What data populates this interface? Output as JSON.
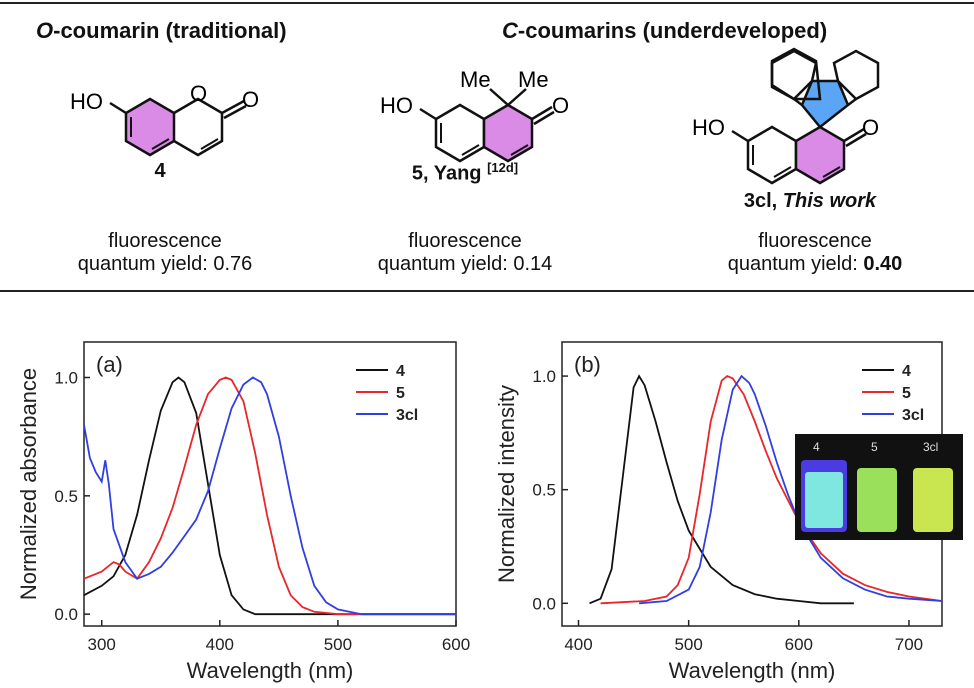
{
  "top": {
    "header_o_italic": "O",
    "header_o_rest": "-coumarin (traditional)",
    "header_c_italic": "C",
    "header_c_rest": "-coumarins (underdeveloped)",
    "compounds": [
      {
        "id": "4",
        "label_bold": "4",
        "label_sup": "",
        "label_italic": "",
        "fluor": "fluorescence",
        "qy_prefix": "quantum yield: ",
        "qy": "0.76",
        "qy_bold": false
      },
      {
        "id": "5",
        "label_bold": "5, Yang ",
        "label_sup": "[12d]",
        "label_italic": "",
        "fluor": "fluorescence",
        "qy_prefix": "quantum yield: ",
        "qy": "0.14",
        "qy_bold": false
      },
      {
        "id": "3cl",
        "label_bold": "3cl, ",
        "label_sup": "",
        "label_italic": "This work",
        "fluor": "fluorescence",
        "qy_prefix": "quantum yield: ",
        "qy": "0.40",
        "qy_bold": true
      }
    ],
    "atoms": {
      "ho": "HO",
      "o": "O",
      "me": "Me"
    }
  },
  "colors": {
    "ring": "#d98be6",
    "five_ring": "#5aa5f5",
    "black": "#111111",
    "red": "#e8262b",
    "blue": "#2f3fe0"
  },
  "chart_data": [
    {
      "type": "line",
      "panel": "(a)",
      "xlabel": "Wavelength (nm)",
      "ylabel": "Normalized absorbance",
      "xlim": [
        285,
        600
      ],
      "ylim": [
        -0.05,
        1.15
      ],
      "xticks": [
        300,
        400,
        500,
        600
      ],
      "yticks": [
        0.0,
        0.5,
        1.0
      ],
      "ytick_labels": [
        "0.0",
        "0.5",
        "1.0"
      ],
      "legend_position": "top-right",
      "series": [
        {
          "name": "4",
          "color": "#111111",
          "x": [
            285,
            300,
            310,
            320,
            330,
            340,
            350,
            360,
            365,
            370,
            380,
            390,
            400,
            410,
            420,
            430,
            440,
            450,
            500,
            600
          ],
          "y": [
            0.08,
            0.12,
            0.16,
            0.25,
            0.42,
            0.65,
            0.86,
            0.98,
            1.0,
            0.98,
            0.85,
            0.55,
            0.25,
            0.08,
            0.02,
            0.0,
            0.0,
            0.0,
            0.0,
            0.0
          ]
        },
        {
          "name": "5",
          "color": "#e8262b",
          "x": [
            285,
            300,
            310,
            315,
            320,
            330,
            340,
            350,
            360,
            370,
            380,
            390,
            400,
            405,
            410,
            420,
            430,
            440,
            450,
            460,
            470,
            480,
            500,
            600
          ],
          "y": [
            0.15,
            0.18,
            0.22,
            0.21,
            0.18,
            0.15,
            0.22,
            0.32,
            0.45,
            0.62,
            0.8,
            0.93,
            0.99,
            1.0,
            0.99,
            0.9,
            0.68,
            0.42,
            0.2,
            0.08,
            0.03,
            0.01,
            0.0,
            0.0
          ]
        },
        {
          "name": "3cl",
          "color": "#2f3fe0",
          "x": [
            285,
            290,
            295,
            300,
            303,
            306,
            310,
            320,
            330,
            340,
            350,
            360,
            370,
            380,
            390,
            400,
            410,
            420,
            428,
            435,
            440,
            450,
            460,
            470,
            480,
            490,
            500,
            520,
            600
          ],
          "y": [
            0.8,
            0.66,
            0.6,
            0.56,
            0.65,
            0.55,
            0.36,
            0.22,
            0.15,
            0.17,
            0.2,
            0.26,
            0.33,
            0.4,
            0.52,
            0.7,
            0.87,
            0.97,
            1.0,
            0.98,
            0.93,
            0.75,
            0.5,
            0.28,
            0.12,
            0.05,
            0.02,
            0.0,
            0.0
          ]
        }
      ]
    },
    {
      "type": "line",
      "panel": "(b)",
      "xlabel": "Wavelength (nm)",
      "ylabel": "Normalized intensity",
      "xlim": [
        385,
        730
      ],
      "ylim": [
        -0.1,
        1.15
      ],
      "xticks": [
        400,
        500,
        600,
        700
      ],
      "yticks": [
        0.0,
        0.5,
        1.0
      ],
      "ytick_labels": [
        "0.0",
        "0.5",
        "1.0"
      ],
      "legend_position": "top-right",
      "inset_labels": [
        "4",
        "5",
        "3cl"
      ],
      "series": [
        {
          "name": "4",
          "color": "#111111",
          "x": [
            410,
            420,
            430,
            440,
            450,
            455,
            460,
            470,
            480,
            490,
            500,
            520,
            540,
            560,
            580,
            600,
            620,
            650
          ],
          "y": [
            0.0,
            0.02,
            0.15,
            0.55,
            0.95,
            1.0,
            0.96,
            0.8,
            0.62,
            0.45,
            0.32,
            0.16,
            0.08,
            0.04,
            0.02,
            0.01,
            0.0,
            0.0
          ]
        },
        {
          "name": "5",
          "color": "#e8262b",
          "x": [
            420,
            460,
            480,
            490,
            500,
            510,
            520,
            530,
            535,
            540,
            550,
            560,
            570,
            580,
            600,
            620,
            640,
            660,
            680,
            700,
            730
          ],
          "y": [
            0.0,
            0.01,
            0.03,
            0.08,
            0.2,
            0.48,
            0.8,
            0.98,
            1.0,
            0.99,
            0.92,
            0.8,
            0.67,
            0.55,
            0.36,
            0.22,
            0.13,
            0.08,
            0.05,
            0.03,
            0.01
          ]
        },
        {
          "name": "3cl",
          "color": "#2f3fe0",
          "x": [
            455,
            480,
            500,
            510,
            520,
            530,
            540,
            548,
            555,
            560,
            570,
            580,
            590,
            600,
            620,
            640,
            660,
            680,
            700,
            730
          ],
          "y": [
            0.0,
            0.01,
            0.06,
            0.16,
            0.4,
            0.72,
            0.94,
            1.0,
            0.97,
            0.92,
            0.78,
            0.62,
            0.48,
            0.36,
            0.2,
            0.11,
            0.06,
            0.03,
            0.02,
            0.01
          ]
        }
      ]
    }
  ]
}
